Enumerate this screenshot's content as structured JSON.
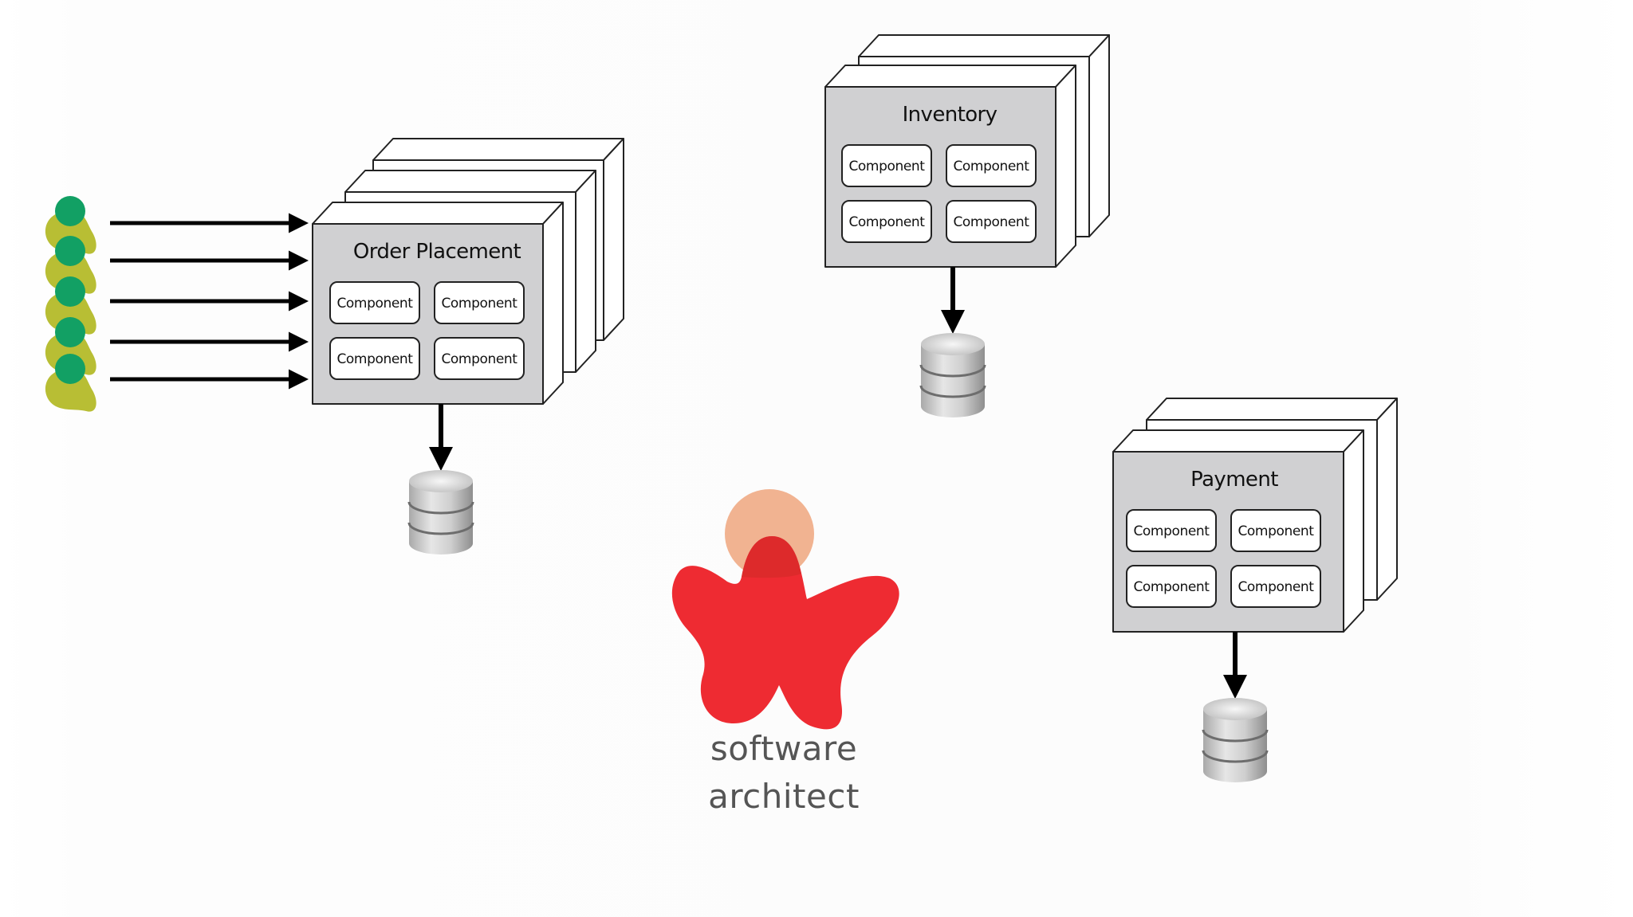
{
  "services": {
    "order_placement": {
      "title": "Order Placement",
      "components": [
        "Component",
        "Component",
        "Component",
        "Component"
      ]
    },
    "inventory": {
      "title": "Inventory",
      "components": [
        "Component",
        "Component",
        "Component",
        "Component"
      ]
    },
    "payment": {
      "title": "Payment",
      "components": [
        "Component",
        "Component",
        "Component",
        "Component"
      ]
    }
  },
  "architect": {
    "line1": "software",
    "line2": "architect"
  },
  "colors": {
    "box_fill": "#d0d0d2",
    "box_stroke": "#222222",
    "user_head": "#12a064",
    "user_body": "#b8be34",
    "architect_body": "#ee2b32",
    "architect_head": "#f1b391",
    "architect_text": "#555555"
  }
}
